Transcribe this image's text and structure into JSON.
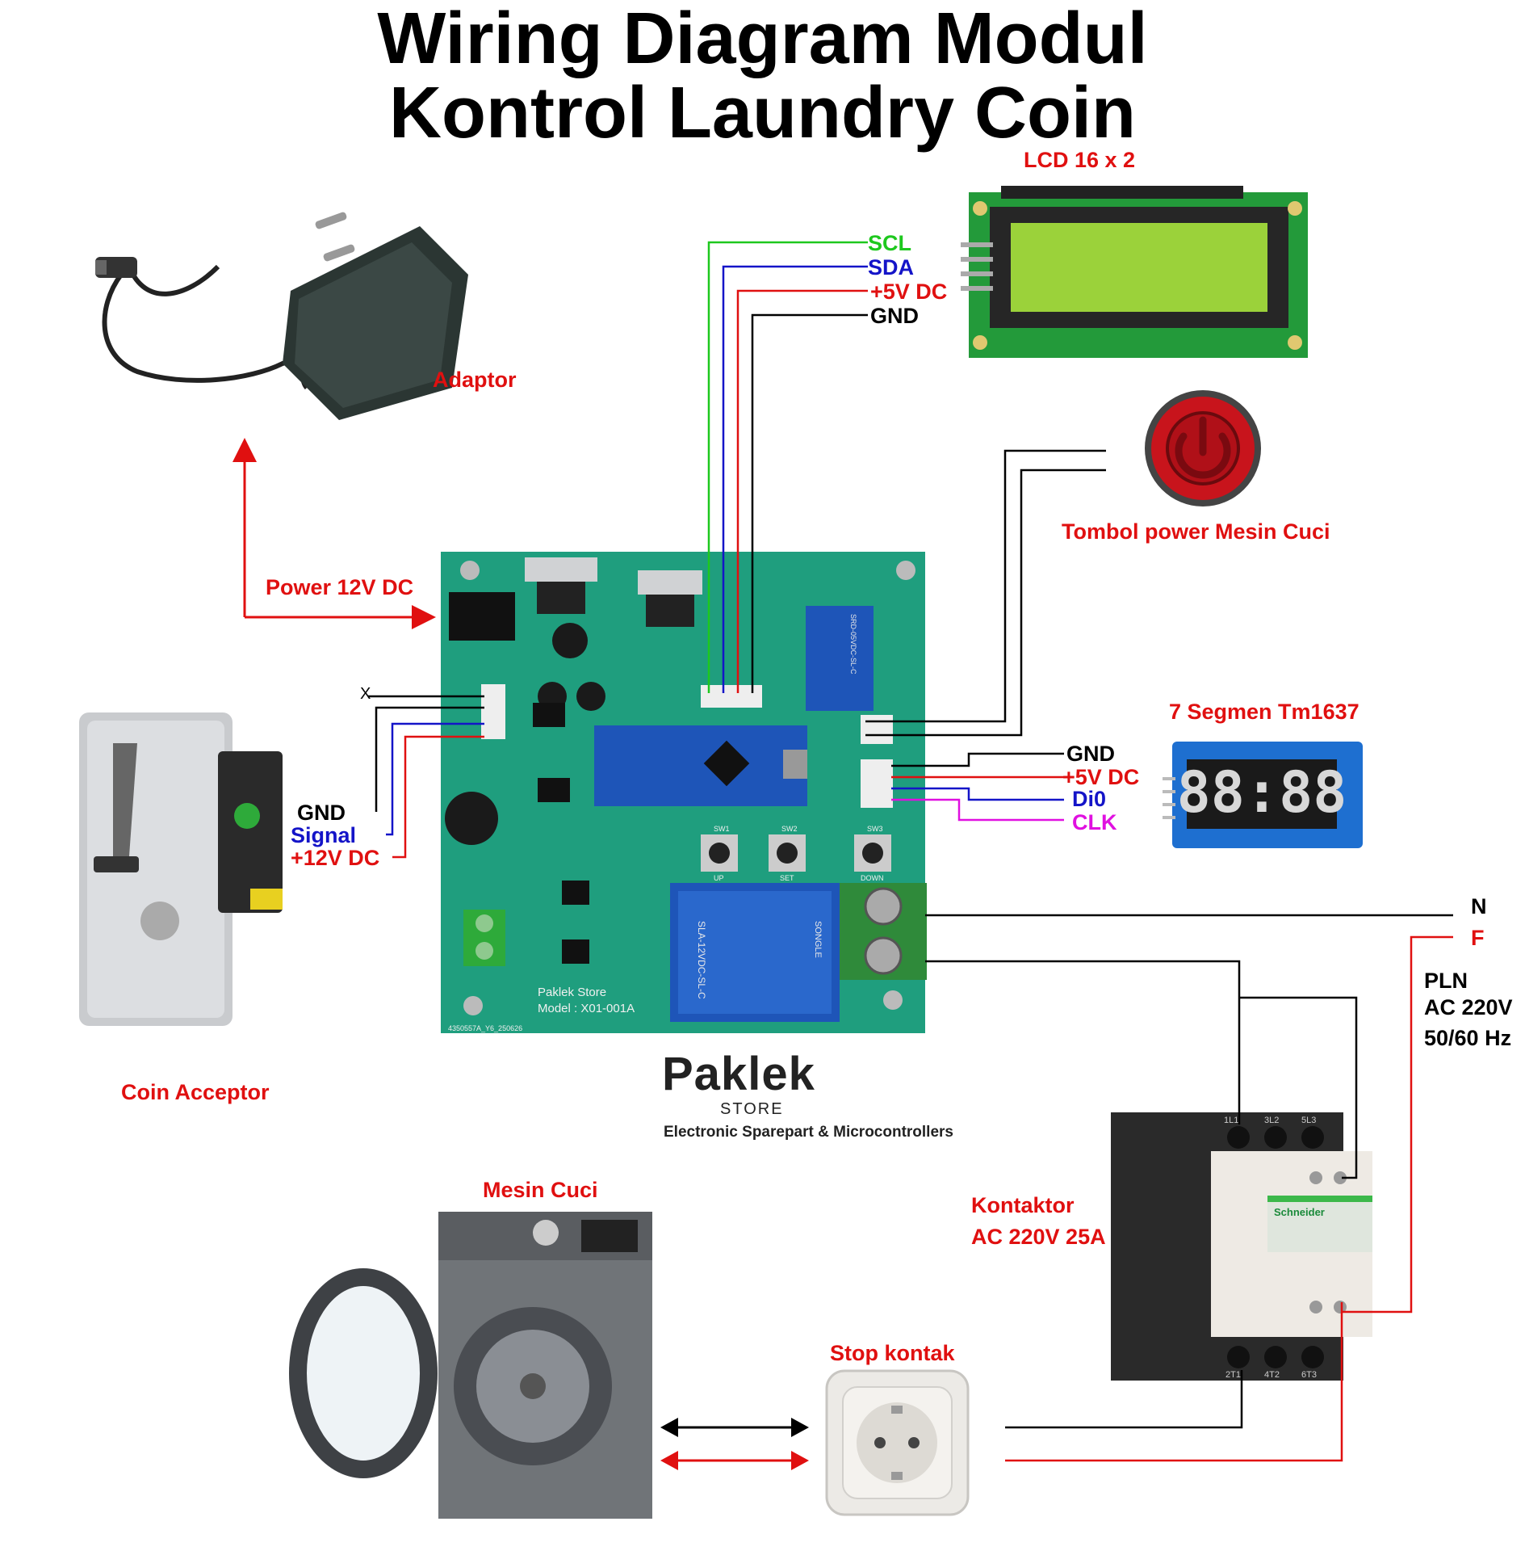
{
  "title": {
    "line1": "Wiring Diagram Modul",
    "line2": "Kontrol Laundry Coin"
  },
  "components": {
    "lcd": "LCD 16 x 2",
    "adaptor": "Adaptor",
    "power_in": "Power 12V DC",
    "power_button": "Tombol power Mesin Cuci",
    "seven_segment": "7 Segmen Tm1637",
    "coin_acceptor": "Coin Acceptor",
    "washing_machine": "Mesin Cuci",
    "socket": "Stop kontak",
    "contactor_line1": "Kontaktor",
    "contactor_line2": "AC 220V 25A"
  },
  "lcd_pins": {
    "scl": "SCL",
    "sda": "SDA",
    "vcc": "+5V DC",
    "gnd": "GND"
  },
  "seg_pins": {
    "gnd": "GND",
    "vcc": "+5V DC",
    "dio": "Di0",
    "clk": "CLK"
  },
  "coin_pins": {
    "x": "X",
    "gnd": "GND",
    "signal": "Signal",
    "vcc": "+12V DC"
  },
  "mains": {
    "n": "N",
    "f": "F",
    "pln1": "PLN",
    "pln2": "AC 220V",
    "pln3": "50/60 Hz"
  },
  "board": {
    "brand": "Paklek Store",
    "model": "Model : X01-001A",
    "serial": "4350557A_Y6_250626",
    "btn_up": "UP",
    "btn_set": "SET",
    "btn_down": "DOWN",
    "sw1": "SW1",
    "sw2": "SW2",
    "sw3": "SW3",
    "relay_big": "SLA-12VDC-SL-C",
    "relay_small": "SRD-05VDC-SL-C",
    "relay_brand": "SONGLE"
  },
  "seg_display": "88:88",
  "contactor": {
    "brand": "Schneider",
    "t1": "1L1",
    "t2": "3L2",
    "t3": "5L3",
    "b1": "2T1",
    "b2": "4T2",
    "b3": "6T3"
  },
  "logo": {
    "word": "Paklek",
    "sub": "STORE",
    "tagline": "Electronic Sparepart & Microcontrollers"
  },
  "colors": {
    "red": "#e01010",
    "green": "#1ec81e",
    "blue": "#1414c8",
    "magenta": "#e010e0",
    "pcb": "#1f9e7e"
  }
}
